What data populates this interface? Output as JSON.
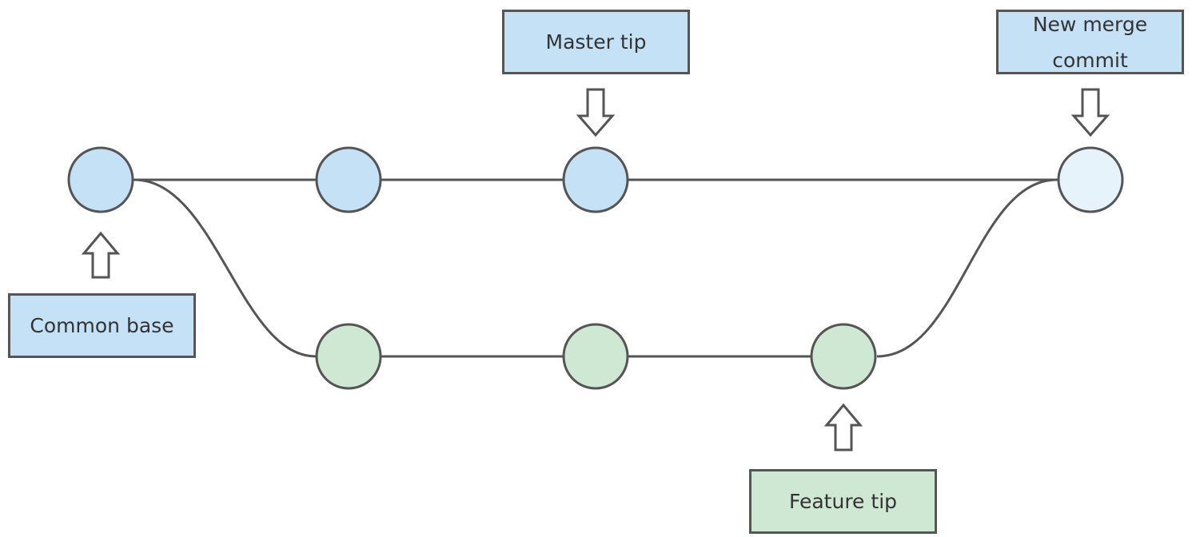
{
  "colors": {
    "master_fill": "#c5e1f5",
    "feature_fill": "#cfe8d4",
    "merge_fill": "#e6f3fb",
    "stroke": "#555555",
    "line": "#555555"
  },
  "labels": {
    "common_base": "Common base",
    "master_tip": "Master tip",
    "new_merge_commit": "New merge commit",
    "feature_tip": "Feature tip"
  },
  "commits": {
    "master": [
      "common-base",
      "master-commit-1",
      "master-tip"
    ],
    "feature": [
      "feature-commit-1",
      "feature-commit-2",
      "feature-tip"
    ],
    "merge": "new-merge-commit"
  },
  "icons": {
    "down_arrow": "hollow-down-arrow-icon",
    "up_arrow": "hollow-up-arrow-icon"
  }
}
